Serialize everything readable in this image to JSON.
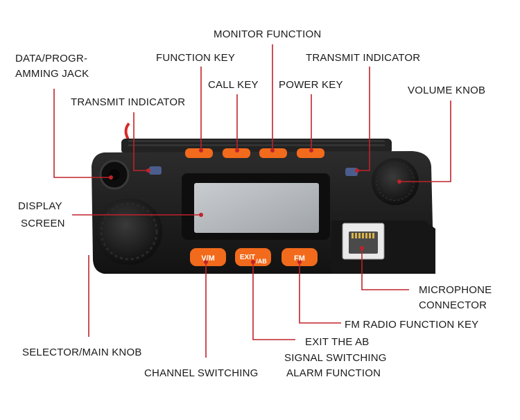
{
  "labels": {
    "monitor_function": "MONITOR FUNCTION",
    "data_jack_line1": "DATA/PROGR-",
    "data_jack_line2": "AMMING JACK",
    "function_key": "FUNCTION KEY",
    "transmit_indicator_right": "TRANSMIT INDICATOR",
    "call_key": "CALL KEY",
    "power_key": "POWER KEY",
    "transmit_indicator_left": "TRANSMIT INDICATOR",
    "volume_knob": "VOLUME KNOB",
    "display_line1": "DISPLAY",
    "display_line2": "SCREEN",
    "microphone_line1": "MICROPHONE",
    "microphone_line2": "CONNECTOR",
    "fm_radio_key": "FM RADIO FUNCTION KEY",
    "exit_ab_line1": "EXIT THE AB",
    "exit_ab_line2": "SIGNAL SWITCHING",
    "exit_ab_line3": "ALARM  FUNCTION",
    "selector_knob": "SELECTOR/MAIN KNOB",
    "channel_switching": "CHANNEL SWITCHING"
  },
  "device": {
    "key_vm": "V/M",
    "key_exit": "EXIT",
    "key_exit_sub": "/AB",
    "key_fm": "FM"
  },
  "colors": {
    "leader_line": "#c0222a",
    "key_orange": "#f26a1b",
    "body": "#1b1b1b",
    "indicator": "#4b5d8c"
  }
}
